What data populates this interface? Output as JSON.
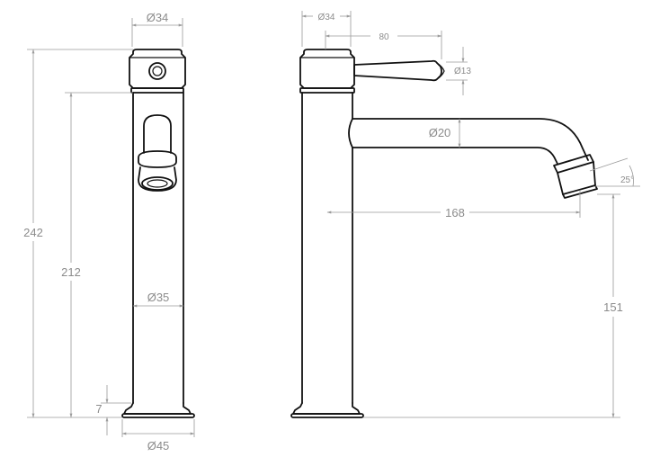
{
  "dimensions": {
    "handle_top_dia": "Ø34",
    "total_height": "242",
    "body_height": "212",
    "body_dia": "Ø35",
    "base_height": "7",
    "base_dia": "Ø45",
    "side_top_dia": "Ø34",
    "handle_length": "80",
    "handle_tip_dia": "Ø13",
    "spout_dia": "Ø20",
    "spout_reach": "168",
    "aerator_angle": "25°",
    "spout_height": "151"
  }
}
